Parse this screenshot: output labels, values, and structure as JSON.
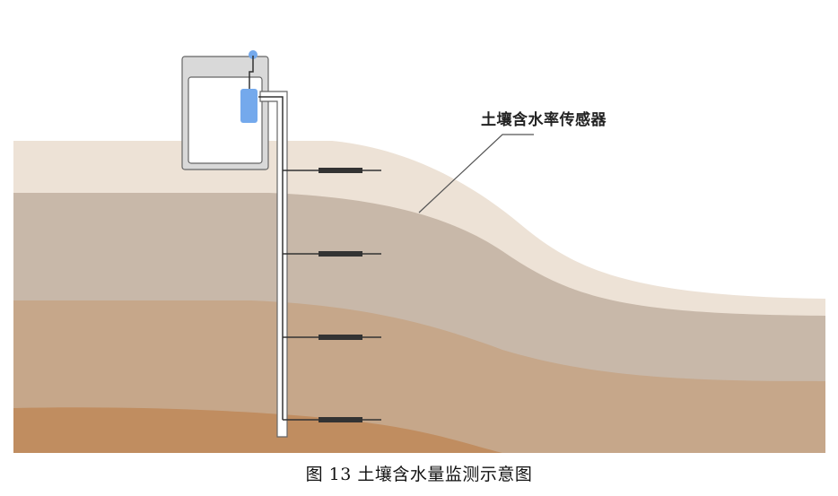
{
  "diagram": {
    "sensor_label": "土壤含水率传感器",
    "caption": "图 13 土壤含水量监测示意图",
    "colors": {
      "layer1": "#EDE2D6",
      "layer2": "#C8B8A9",
      "layer3": "#C6A78A",
      "layer4": "#C08D60",
      "enclosure": "#D9D9D9",
      "logger": "#74A9EC",
      "probe": "#333333"
    },
    "sensor_count": 4
  }
}
